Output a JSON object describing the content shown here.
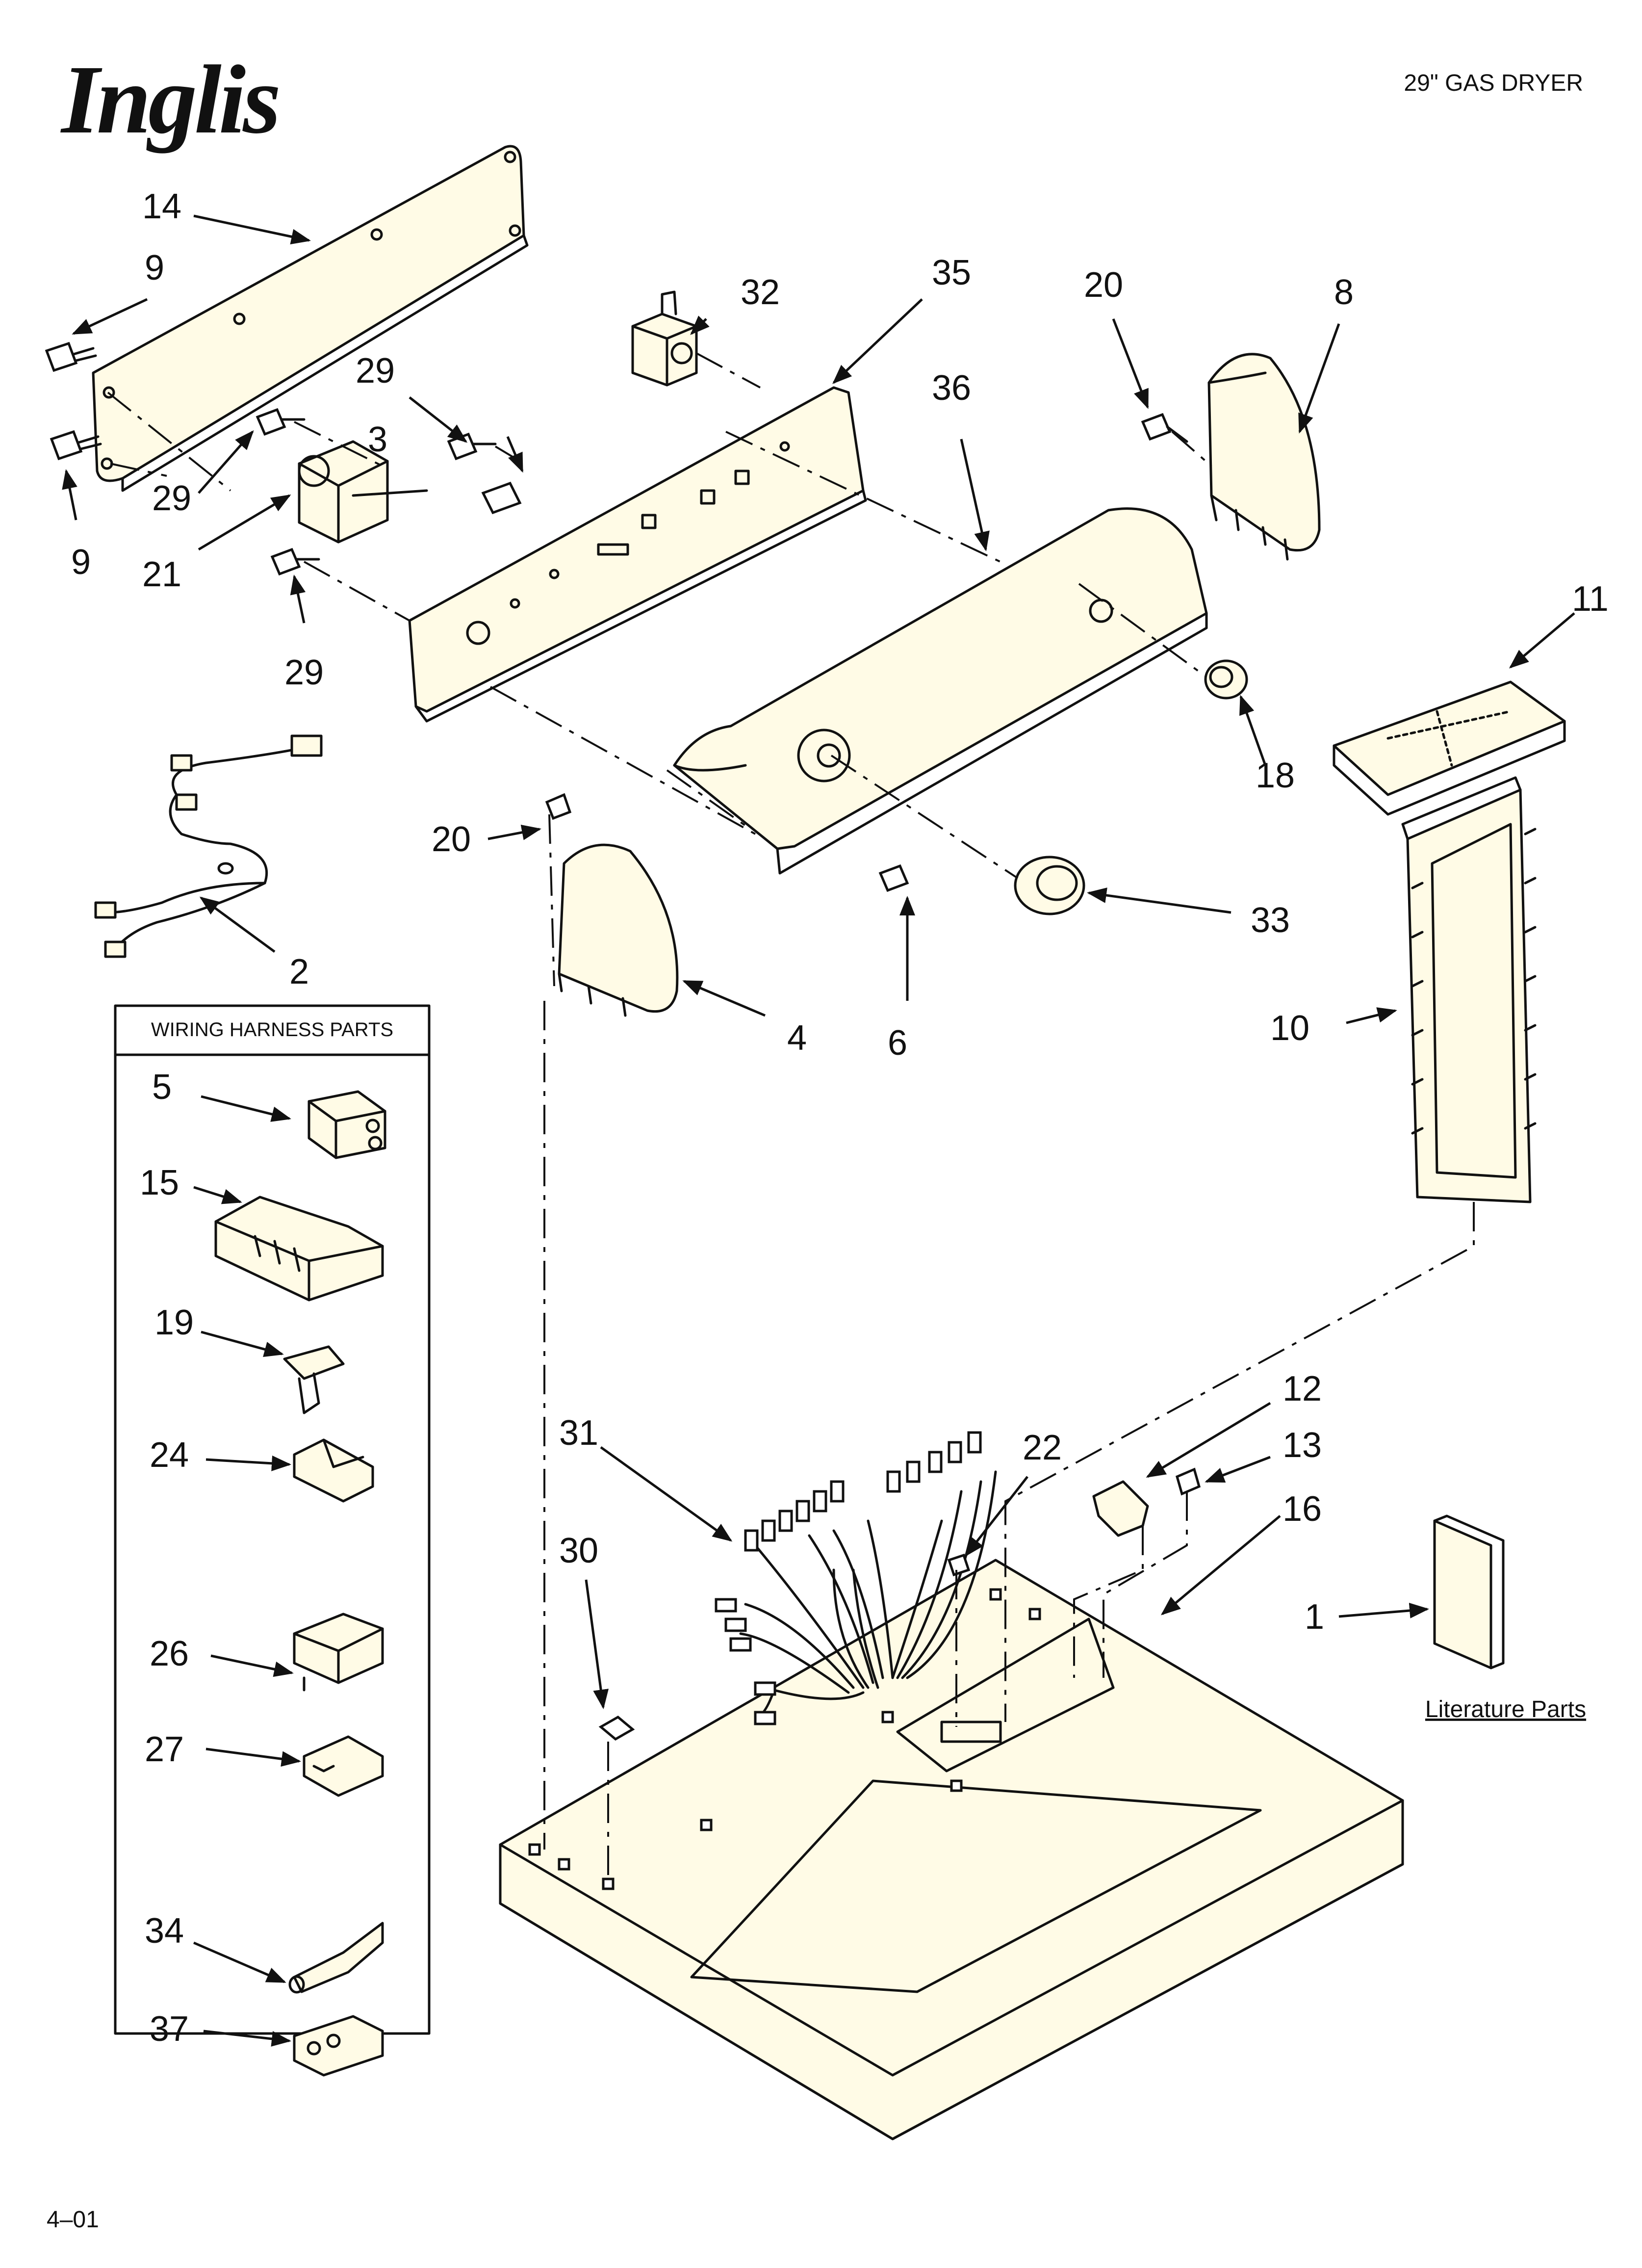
{
  "brand": {
    "logo": "Inglis"
  },
  "header": {
    "model_title": "29\" GAS DRYER"
  },
  "harness_box": {
    "title": "WIRING HARNESS PARTS"
  },
  "literature": {
    "label": "Literature Parts"
  },
  "footer": {
    "date_code": "4–01"
  },
  "callouts": {
    "c14": "14",
    "c9a": "9",
    "c9b": "9",
    "c29a": "29",
    "c29b": "29",
    "c29c": "29",
    "c3": "3",
    "c21": "21",
    "c32": "32",
    "c35": "35",
    "c36": "36",
    "c20a": "20",
    "c20b": "20",
    "c8": "8",
    "c11": "11",
    "c18": "18",
    "c2": "2",
    "c4": "4",
    "c6": "6",
    "c33": "33",
    "c10": "10",
    "c5": "5",
    "c15": "15",
    "c19": "19",
    "c24": "24",
    "c26": "26",
    "c27": "27",
    "c34": "34",
    "c37": "37",
    "c31": "31",
    "c22": "22",
    "c12": "12",
    "c13": "13",
    "c16": "16",
    "c30": "30",
    "c1": "1"
  },
  "colors": {
    "line": "#111111",
    "part_fill": "#fffbe6",
    "background": "#ffffff"
  }
}
